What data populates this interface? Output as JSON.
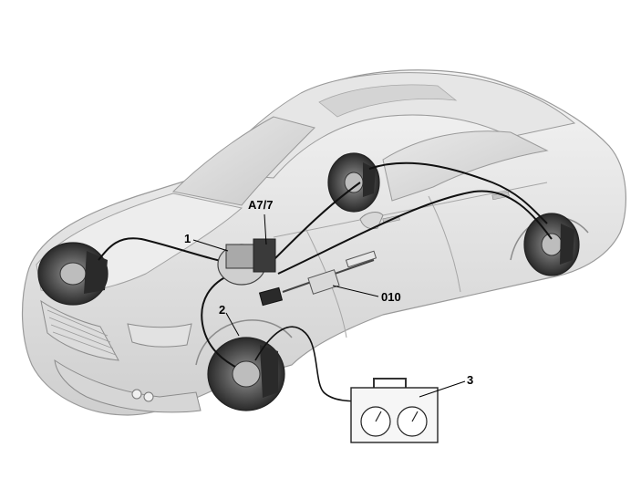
{
  "diagram": {
    "callouts": {
      "a77": "A7/7",
      "c1": "1",
      "c2": "2",
      "c010": "010",
      "c3": "3"
    }
  },
  "colors": {
    "background": "#ffffff",
    "body_light": "#f1f1f1",
    "body_mid": "#d9d9d9",
    "body_shade": "#bdbdbd",
    "outline": "#9a9a9a",
    "brake_line": "#111111",
    "disc": "#3a3a3a",
    "callout_text": "#000000"
  },
  "icons": [
    "car-illustration",
    "brake-disc-icon",
    "pressure-gauge-icon",
    "test-case-icon",
    "abs-unit-icon"
  ]
}
